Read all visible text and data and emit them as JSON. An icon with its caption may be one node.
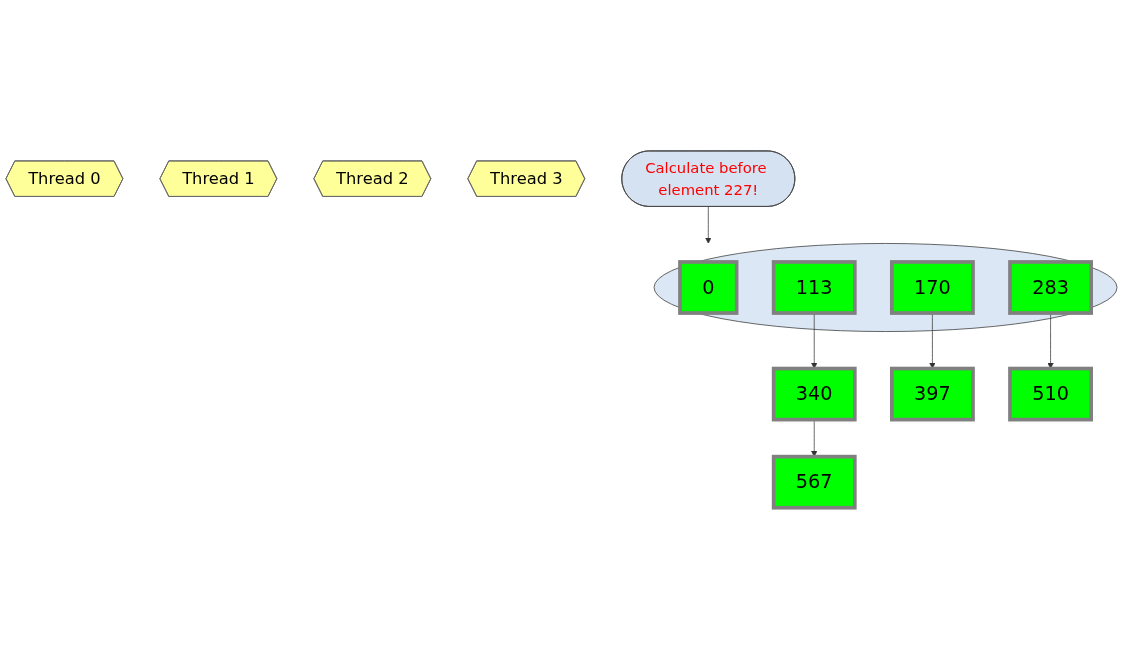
{
  "diagram": {
    "nodes": [
      {
        "text": [
          "Thread 0"
        ]
      },
      {
        "text": [
          "Thread 1"
        ]
      },
      {
        "text": [
          "Thread 2"
        ]
      },
      {
        "text": [
          "Thread 3"
        ]
      },
      {
        "text": [
          "Calculate before element 227!"
        ]
      },
      {
        "text": [],
        "shape": "ellipse"
      },
      {
        "text": [
          "0"
        ],
        "in": 5
      },
      {
        "text": [
          "113"
        ],
        "in": 5
      },
      {
        "text": [
          "170"
        ],
        "in": 5
      },
      {
        "text": [
          "283"
        ],
        "in": 5
      },
      {
        "text": [
          "340"
        ]
      },
      {
        "text": [
          "397"
        ]
      },
      {
        "text": [
          "510"
        ]
      },
      {
        "text": [
          "567"
        ]
      }
    ],
    "edges": [
      {
        "from": 4,
        "to": 5,
        "arrow": "to"
      },
      {
        "from": 7,
        "to": 10,
        "arrow": "to"
      },
      {
        "from": 8,
        "to": 11,
        "arrow": "to"
      },
      {
        "from": 9,
        "to": 12,
        "arrow": "to"
      },
      {
        "from": 10,
        "to": 13,
        "arrow": "to"
      }
    ]
  }
}
